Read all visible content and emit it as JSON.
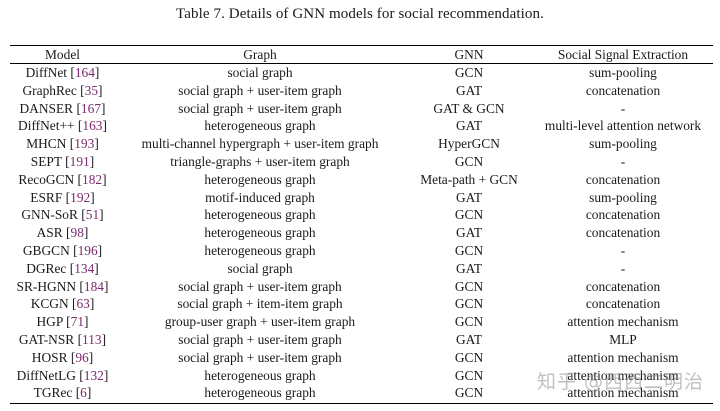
{
  "caption": "Table 7.  Details of GNN models for social recommendation.",
  "headers": [
    "Model",
    "Graph",
    "GNN",
    "Social Signal Extraction"
  ],
  "rows": [
    {
      "model": "DiffNet",
      "ref": "164",
      "graph": "social graph",
      "gnn": "GCN",
      "extraction": "sum-pooling"
    },
    {
      "model": "GraphRec",
      "ref": "35",
      "graph": "social graph + user-item graph",
      "gnn": "GAT",
      "extraction": "concatenation"
    },
    {
      "model": "DANSER",
      "ref": "167",
      "graph": "social graph + user-item graph",
      "gnn": "GAT & GCN",
      "extraction": "-"
    },
    {
      "model": "DiffNet++",
      "ref": "163",
      "graph": "heterogeneous graph",
      "gnn": "GAT",
      "extraction": "multi-level attention network"
    },
    {
      "model": "MHCN",
      "ref": "193",
      "graph": "multi-channel hypergraph + user-item graph",
      "gnn": "HyperGCN",
      "extraction": "sum-pooling"
    },
    {
      "model": "SEPT",
      "ref": "191",
      "graph": "triangle-graphs + user-item graph",
      "gnn": "GCN",
      "extraction": "-"
    },
    {
      "model": "RecoGCN",
      "ref": "182",
      "graph": "heterogeneous graph",
      "gnn": "Meta-path + GCN",
      "extraction": "concatenation"
    },
    {
      "model": "ESRF",
      "ref": "192",
      "graph": "motif-induced graph",
      "gnn": "GAT",
      "extraction": "sum-pooling"
    },
    {
      "model": "GNN-SoR",
      "ref": "51",
      "graph": "heterogeneous graph",
      "gnn": "GCN",
      "extraction": "concatenation"
    },
    {
      "model": "ASR",
      "ref": "98",
      "graph": "heterogeneous graph",
      "gnn": "GAT",
      "extraction": "concatenation"
    },
    {
      "model": "GBGCN",
      "ref": "196",
      "graph": "heterogeneous graph",
      "gnn": "GCN",
      "extraction": "-"
    },
    {
      "model": "DGRec",
      "ref": "134",
      "graph": "social graph",
      "gnn": "GAT",
      "extraction": "-"
    },
    {
      "model": "SR-HGNN",
      "ref": "184",
      "graph": "social graph + user-item graph",
      "gnn": "GCN",
      "extraction": "concatenation"
    },
    {
      "model": "KCGN",
      "ref": "63",
      "graph": "social graph + item-item graph",
      "gnn": "GCN",
      "extraction": "concatenation"
    },
    {
      "model": "HGP",
      "ref": "71",
      "graph": "group-user graph + user-item graph",
      "gnn": "GCN",
      "extraction": "attention mechanism"
    },
    {
      "model": "GAT-NSR",
      "ref": "113",
      "graph": "social graph + user-item graph",
      "gnn": "GAT",
      "extraction": "MLP"
    },
    {
      "model": "HOSR",
      "ref": "96",
      "graph": "social graph + user-item graph",
      "gnn": "GCN",
      "extraction": "attention mechanism"
    },
    {
      "model": "DiffNetLG",
      "ref": "132",
      "graph": "heterogeneous graph",
      "gnn": "GCN",
      "extraction": "attention mechanism"
    },
    {
      "model": "TGRec",
      "ref": "6",
      "graph": "heterogeneous graph",
      "gnn": "GCN",
      "extraction": "attention mechanism"
    }
  ],
  "watermark": "知乎 @西西二明治"
}
